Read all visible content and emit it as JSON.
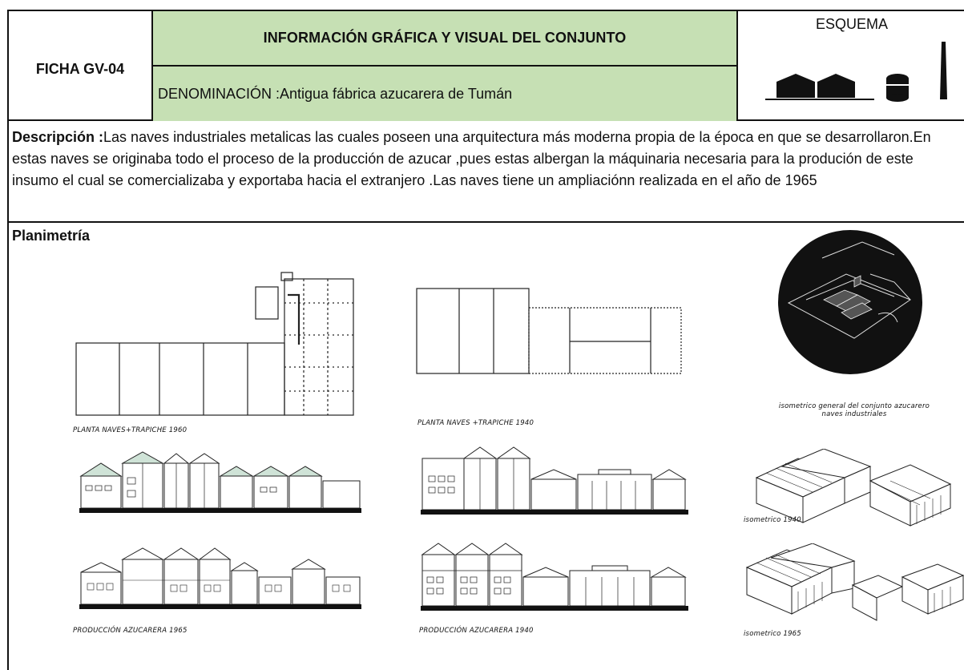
{
  "header": {
    "code": "FICHA GV-04",
    "title": "INFORMACIÓN GRÁFICA Y VISUAL DEL CONJUNTO",
    "denominacion": "DENOMINACIÓN :Antigua fábrica  azucarera  de Tumán",
    "schema_title": "ESQUEMA"
  },
  "description": {
    "label": "Descripción :",
    "text": "Las naves industriales metalicas las cuales poseen una arquitectura más moderna propia de la época en que se desarrollaron.En estas naves se originaba todo el proceso de la producción de azucar ,pues estas albergan la máquinaria necesaria para la produción de este insumo el cual se comercializaba y exportaba hacia el extranjero .Las naves tiene un ampliaciónn realizada en el año de 1965"
  },
  "planimetria": {
    "title": "Planimetría",
    "captions": {
      "plan_1960": "PLANTA NAVES+TRAPICHE 1960",
      "plan_1940": "PLANTA NAVES +TRAPICHE 1940",
      "iso_general_line1": "isometrico general del conjunto azucarero",
      "iso_general_line2": "naves industriales",
      "iso_1940": "isometrico 1940",
      "iso_1965": "isometrico 1965",
      "prod_1965": "PRODUCCIÓN AZUCARERA 1965",
      "prod_1940": "PRODUCCIÓN AZUCARERA 1940"
    }
  },
  "colors": {
    "header_green": "#c6e0b4",
    "line": "#111111"
  }
}
